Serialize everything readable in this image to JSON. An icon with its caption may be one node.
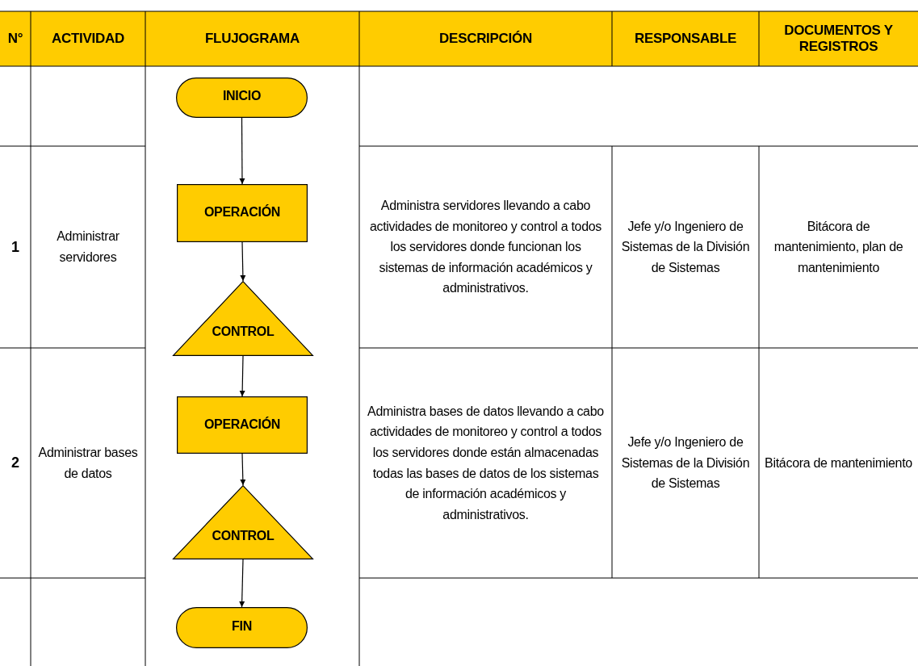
{
  "diagram": {
    "nodes": [
      {
        "text": [
          "INICIO"
        ]
      },
      {
        "text": [
          "OPERACIÓN"
        ]
      },
      {
        "text": [
          "CONTROL"
        ]
      },
      {
        "text": [
          "OPERACIÓN"
        ]
      },
      {
        "text": [
          "CONTROL"
        ]
      },
      {
        "text": [
          "FIN"
        ]
      }
    ],
    "edges": [
      {
        "from": 0,
        "to": 1,
        "arrow": "to"
      },
      {
        "from": 1,
        "to": 2,
        "arrow": "to"
      },
      {
        "from": 2,
        "to": 3,
        "arrow": "to"
      },
      {
        "from": 3,
        "to": 4,
        "arrow": "to"
      },
      {
        "from": 4,
        "to": 5,
        "arrow": "to"
      }
    ],
    "labels": [
      "N°",
      "ACTIVIDAD",
      "FLUJOGRAMA",
      "DESCRIPCIÓN",
      "RESPONSABLE",
      "DOCUMENTOS Y REGISTROS",
      "1",
      "Administrar servidores",
      "Administra servidores llevando a cabo actividades de monitoreo y control a todos los servidores donde funcionan los sistemas de información académicos y administrativos.",
      "Jefe y/o Ingeniero de Sistemas de la División de Sistemas",
      "Bitácora de mantenimiento, plan de mantenimiento",
      "2",
      "Administrar bases de datos",
      "Administra bases de datos llevando a cabo actividades de monitoreo y control a todos los servidores donde están almacenadas todas las bases de datos de los sistemas de información académicos y administrativos.",
      "Jefe y/o Ingeniero de Sistemas de la División de Sistemas",
      "Bitácora de mantenimiento"
    ]
  }
}
